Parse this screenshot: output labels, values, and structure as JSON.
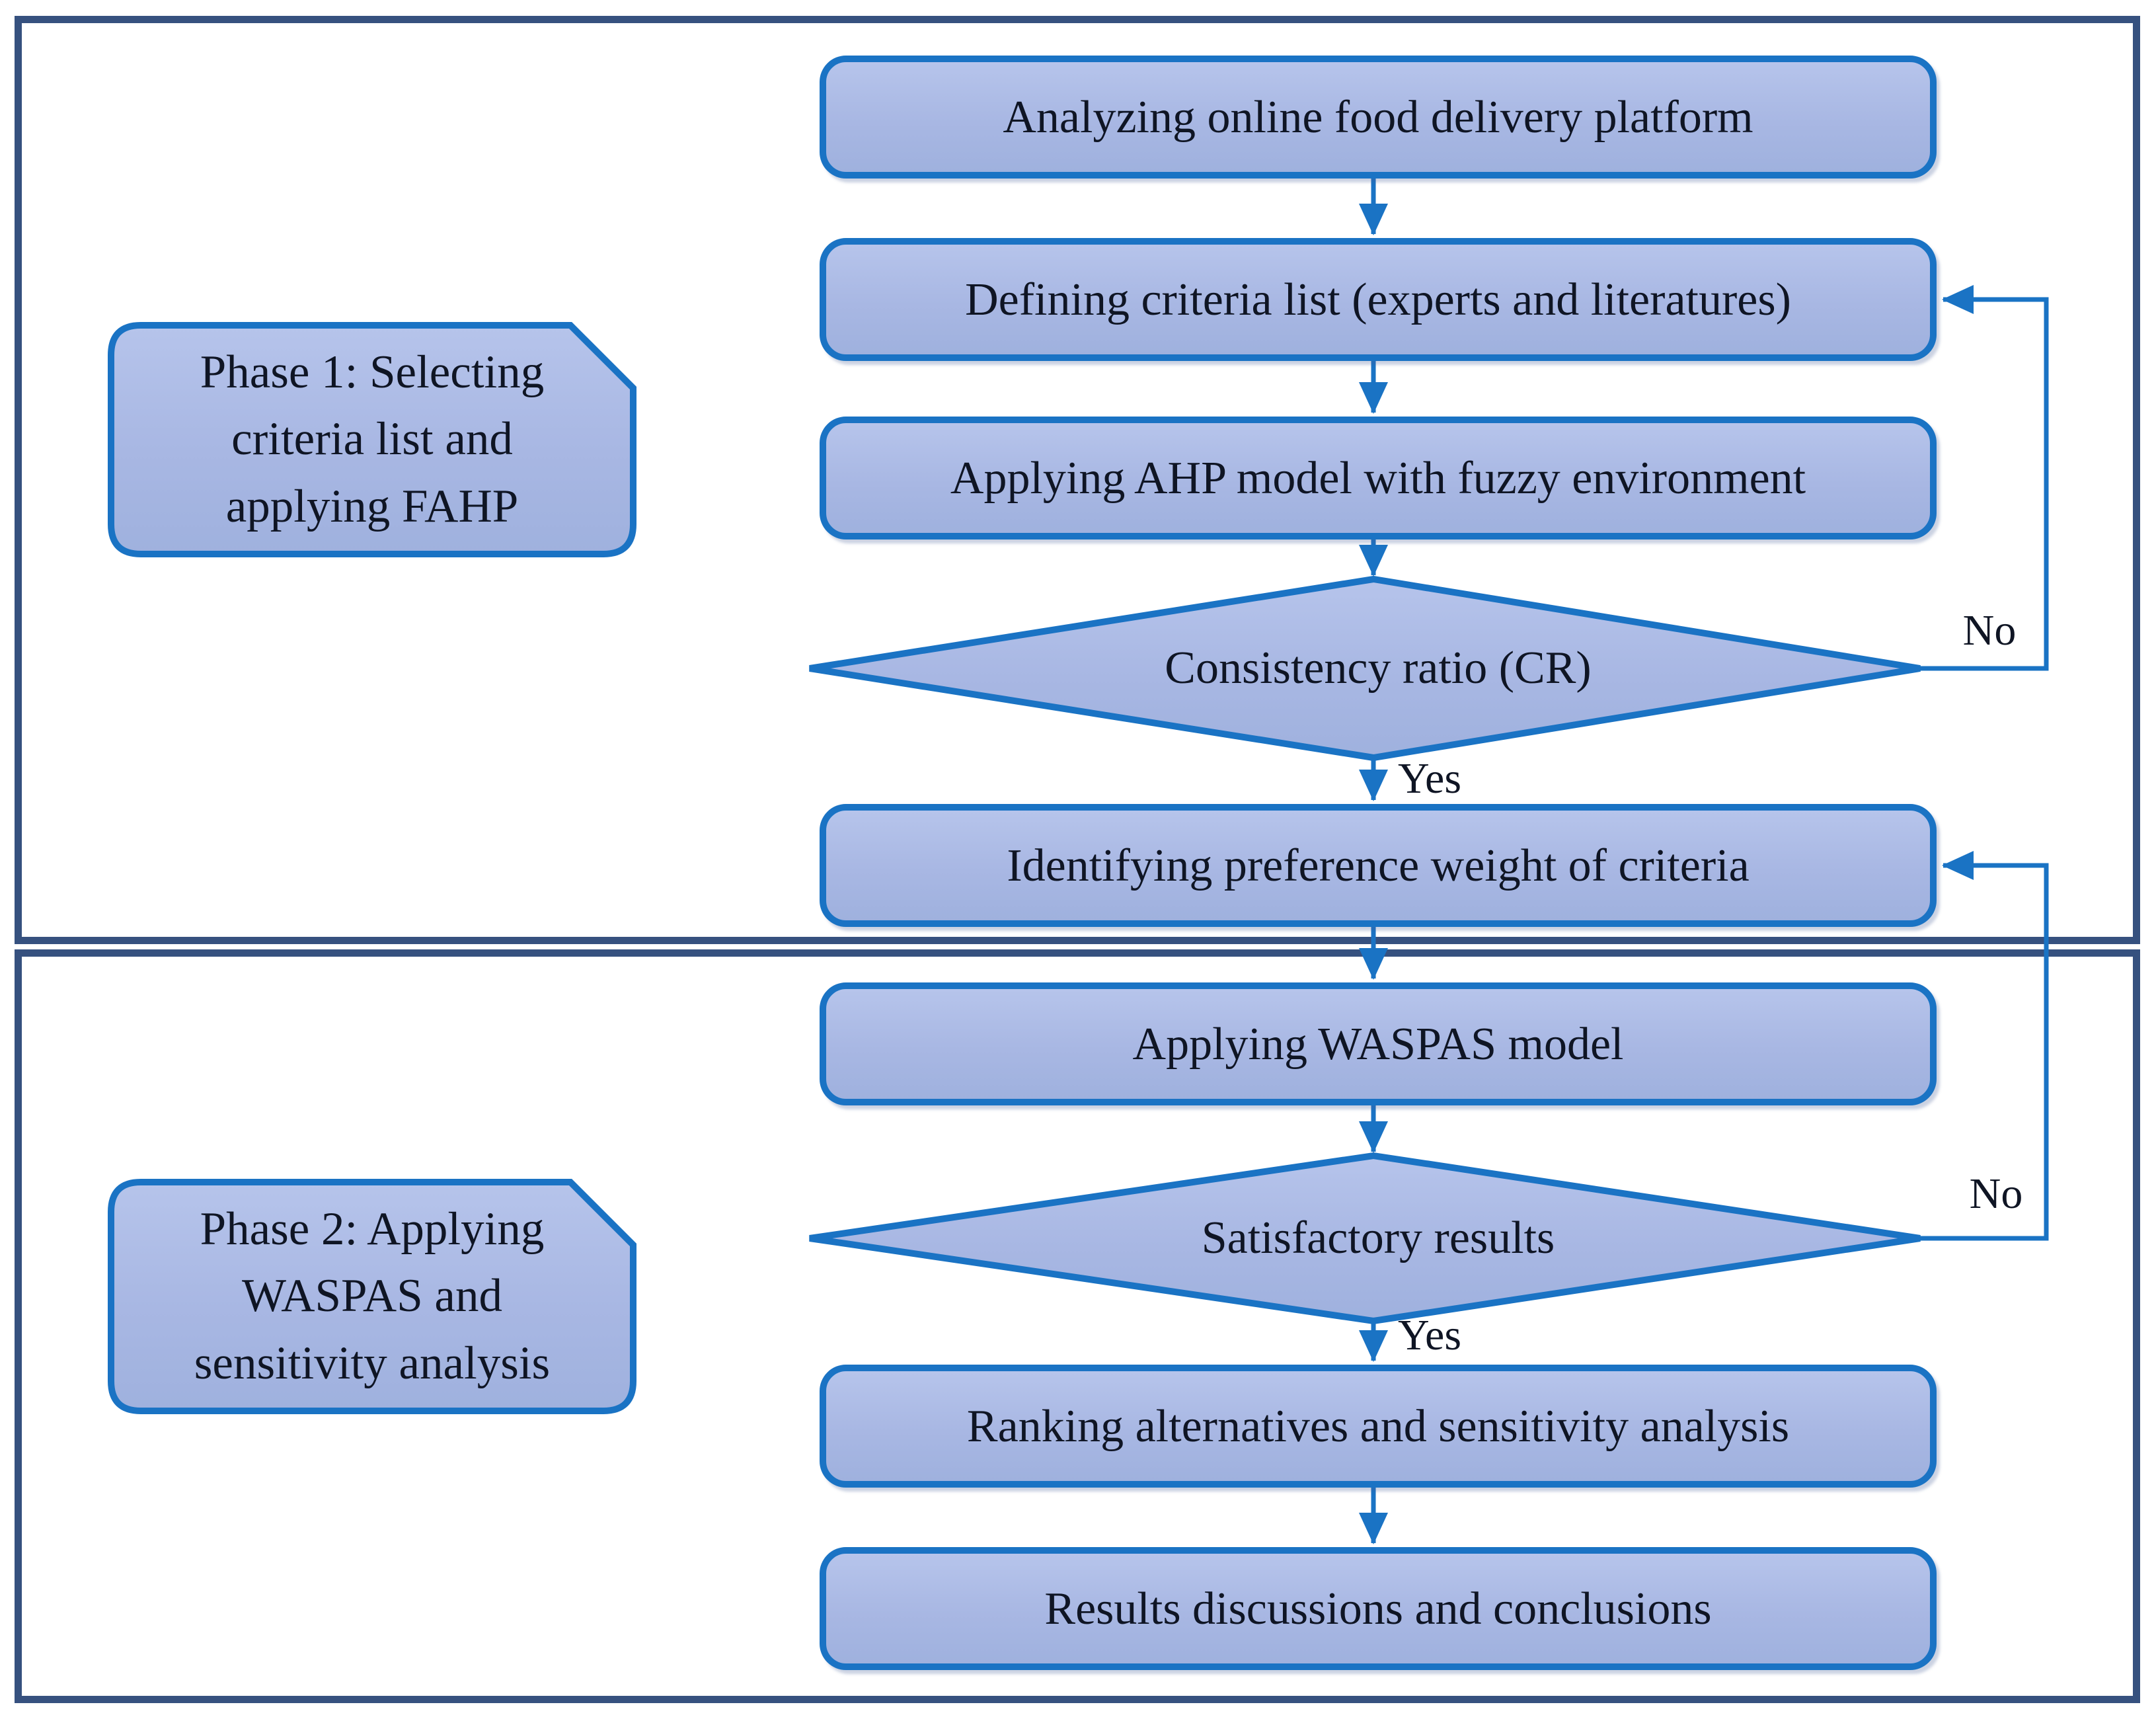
{
  "figure": {
    "type": "flowchart",
    "phases": [
      {
        "label": "Phase 1: Selecting\ncriteria list and\napplying FAHP"
      },
      {
        "label": "Phase 2: Applying\nWASPAS and\nsensitivity analysis"
      }
    ],
    "nodes": {
      "analyzing": "Analyzing online food delivery platform",
      "defining": "Defining criteria list (experts and literatures)",
      "applying_ahp": "Applying AHP model with fuzzy environment",
      "consistency_ratio": "Consistency ratio (CR)",
      "identifying_weights": "Identifying preference weight of criteria",
      "applying_waspas": "Applying WASPAS model",
      "satisfactory_results": "Satisfactory results",
      "ranking": "Ranking alternatives and sensitivity analysis",
      "results": "Results discussions and conclusions"
    },
    "edge_labels": {
      "cr_no": "No",
      "cr_yes": "Yes",
      "sat_no": "No",
      "sat_yes": "Yes"
    },
    "colors": {
      "node_fill": "#a8b7e3",
      "node_border": "#1a73c4",
      "frame_border": "#36517f",
      "text": "#0f1524"
    }
  }
}
